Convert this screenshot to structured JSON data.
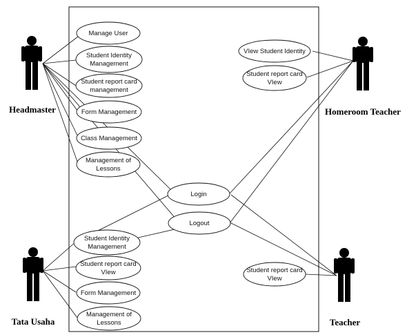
{
  "actors": {
    "headmaster": "Headmaster",
    "homeroom_teacher": "Homeroom Teacher",
    "tata_usaha": "Tata Usaha",
    "teacher": "Teacher"
  },
  "use_cases": {
    "manage_user": [
      "Manage User"
    ],
    "hm_student_identity": [
      "Student Identity",
      "Management"
    ],
    "hm_report_card": [
      "Student report card",
      "management"
    ],
    "hm_form": [
      "Form Management"
    ],
    "hm_class": [
      "Class Management"
    ],
    "hm_lessons": [
      "Management of",
      "Lessons"
    ],
    "login": [
      "Login"
    ],
    "logout": [
      "Logout"
    ],
    "ht_view_identity": [
      "VIew Student Identity"
    ],
    "ht_report_view": [
      "Student report card",
      "VIew"
    ],
    "tu_student_identity": [
      "Student Identity",
      "Management"
    ],
    "tu_report_view": [
      "Student report card",
      "VIew"
    ],
    "tu_form": [
      "Form Management"
    ],
    "tu_lessons": [
      "Management of",
      "Lessons"
    ],
    "t_report_view": [
      "Student report card",
      "VIew"
    ]
  }
}
